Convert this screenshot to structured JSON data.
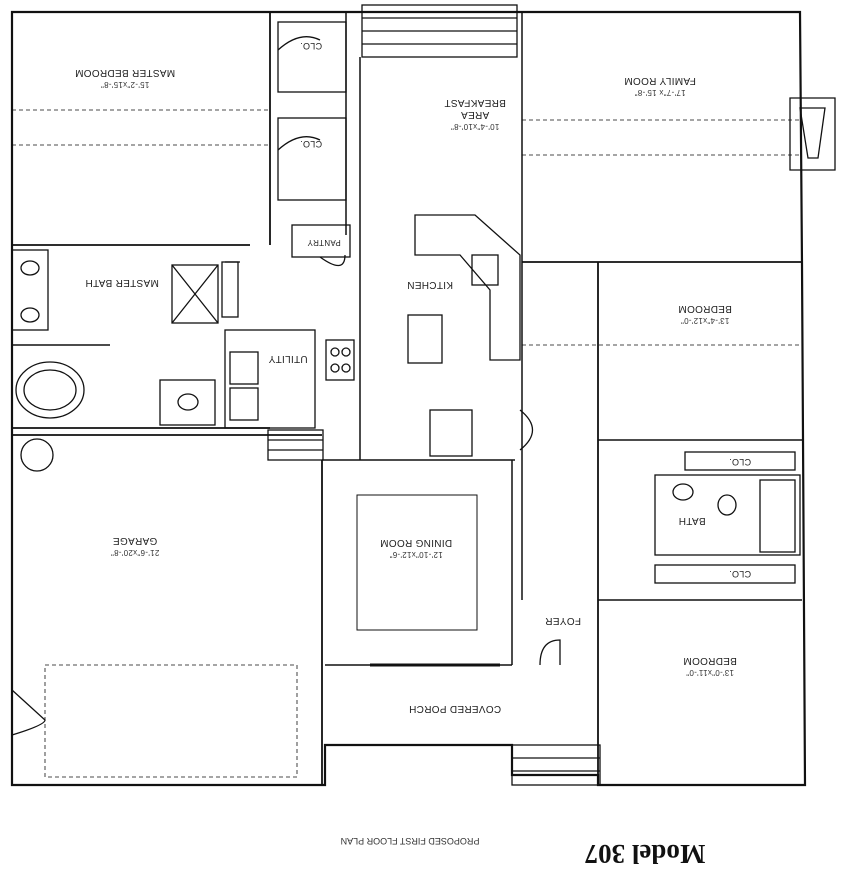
{
  "rooms": {
    "master_bedroom": {
      "name": "MASTER BEDROOM",
      "dims": "15'-2\"x15'-8\""
    },
    "family_room": {
      "name": "FAMILY ROOM",
      "dims": "17'-7\"x 15'-8\""
    },
    "breakfast": {
      "line1": "BREAKFAST",
      "line2": "AREA",
      "dims": "10'-4\"x10'-8\""
    },
    "master_bath": {
      "name": "MASTER BATH"
    },
    "pantry": {
      "name": "PANTRY"
    },
    "kitchen": {
      "name": "KITCHEN"
    },
    "utility": {
      "name": "UTILITY"
    },
    "bedroom_upper": {
      "name": "BEDROOM",
      "dims": "13'-4\"x12'-0\""
    },
    "garage": {
      "name": "GARAGE",
      "dims": "21'-6\"x20'-8\""
    },
    "dining": {
      "name": "DINING ROOM",
      "dims": "12'-10\"x12'-6\""
    },
    "bath": {
      "name": "BATH"
    },
    "foyer": {
      "name": "FOYER"
    },
    "bedroom_lower": {
      "name": "BEDROOM",
      "dims": "13'-0\"x11'-0\""
    },
    "covered_porch": {
      "name": "COVERED PORCH"
    }
  },
  "closets": {
    "clo_1": "CLO.",
    "clo_2": "CLO.",
    "clo_3": "CLO.",
    "clo_4": "CLO."
  },
  "caption": "PROPOSED FIRST FLOOR PLAN",
  "model": "Model 307"
}
